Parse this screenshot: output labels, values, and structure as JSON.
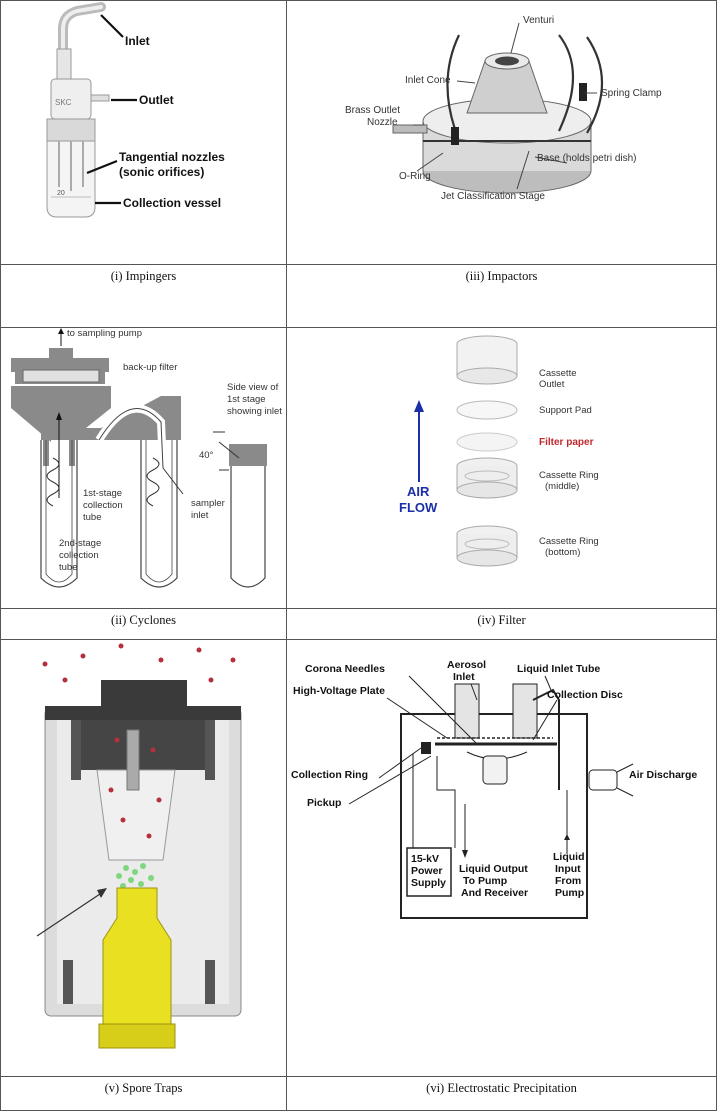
{
  "captions": {
    "impingers": "(i) Impingers",
    "impactors": "(iii) Impactors",
    "cyclones": "(ii) Cyclones",
    "filter": "(iv) Filter",
    "spore_traps": "(v)    Spore Traps",
    "electrostatic": "(vi) Electrostatic Precipitation"
  },
  "impinger": {
    "inlet": "Inlet",
    "outlet": "Outlet",
    "nozzles_1": "Tangential nozzles",
    "nozzles_2": "(sonic orifices)",
    "vessel": "Collection vessel",
    "brand": "SKC",
    "mark": "20"
  },
  "impactor": {
    "venturi": "Venturi",
    "inlet_cone": "Inlet Cone",
    "spring_clamp": "Spring Clamp",
    "brass_1": "Brass Outlet",
    "brass_2": "Nozzle",
    "oring": "O-Ring",
    "base": "Base (holds petri dish)",
    "jet": "Jet Classification Stage"
  },
  "cyclone": {
    "pump": "to sampling pump",
    "backup": "back-up filter",
    "side_1": "Side view of",
    "side_2": "1st stage",
    "side_3": "showing inlet",
    "angle": "40°",
    "first_1": "1st-stage",
    "first_2": "collection",
    "first_3": "tube",
    "sampler_1": "sampler",
    "sampler_2": "inlet",
    "second_1": "2nd-stage",
    "second_2": "collection",
    "second_3": "tube"
  },
  "filter": {
    "outlet_1": "Cassette",
    "outlet_2": "Outlet",
    "support": "Support Pad",
    "paper": "Filter paper",
    "ring_mid_1": "Cassette Ring",
    "ring_mid_2": "(middle)",
    "ring_bot_1": "Cassette Ring",
    "ring_bot_2": "(bottom)",
    "air_1": "AIR",
    "air_2": "FLOW"
  },
  "esp": {
    "corona": "Corona Needles",
    "aerosol_1": "Aerosol",
    "aerosol_2": "Inlet",
    "liquid_tube": "Liquid Inlet Tube",
    "hv_plate": "High-Voltage Plate",
    "disc": "Collection Disc",
    "ring": "Collection Ring",
    "air_discharge": "Air Discharge",
    "pickup": "Pickup",
    "supply_1": "15-kV",
    "supply_2": "Power",
    "supply_3": "Supply",
    "out_1": "Liquid Output",
    "out_2": "To Pump",
    "out_3": "And Receiver",
    "in_1": "Liquid",
    "in_2": "Input",
    "in_3": "From",
    "in_4": "Pump"
  },
  "colors": {
    "filter_paper": "#c0282d",
    "air_flow": "#1a2fa8",
    "spore_body": "#d8d8d8",
    "spore_cap": "#3a3a3a",
    "spore_cup": "#e8e020",
    "particles_red": "#b5303c",
    "particles_green": "#7fd67f"
  }
}
